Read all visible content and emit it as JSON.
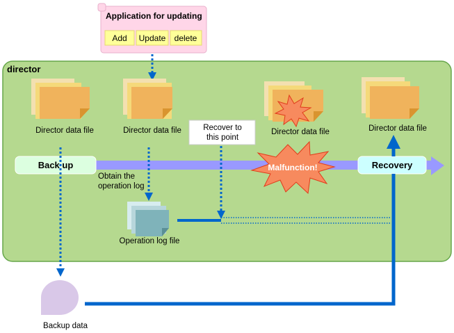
{
  "app_box": {
    "title": "Application for updating",
    "buttons": [
      "Add",
      "Update",
      "delete"
    ]
  },
  "director": {
    "title": "director",
    "files": [
      "Director data file",
      "Director data file",
      "Director data file",
      "Director data file"
    ],
    "backup_label": "Back up",
    "obtain_label": [
      "Obtain the",
      "operation log"
    ],
    "recover_callout": [
      "Recover to",
      "this point"
    ],
    "malfunction_label": "Malfunction!",
    "recovery_label": "Recovery",
    "oplog_label": "Operation log file"
  },
  "backup_data_label": "Backup data",
  "colors": {
    "director_bg": "#b5d98f",
    "director_border": "#66a64a",
    "file_orange": "#f0b35c",
    "file_yellow": "#f5d97a",
    "file_beige": "#f3e0b0",
    "arrow_blue": "#0066cc",
    "timeline_purple": "#9999ff",
    "starburst": "#f78a5e",
    "button_yellow": "#ffff99",
    "app_bg": "#ffd6e8",
    "backup_circle": "#d9c8e8",
    "oplog_teal": "#7fb3ba",
    "recovery_box": "#ccffff",
    "backup_box": "#dcffe0"
  }
}
